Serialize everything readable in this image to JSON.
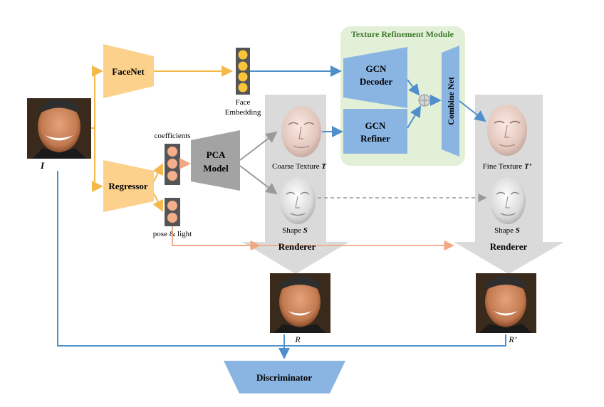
{
  "texture_module": {
    "title": "Texture Refinement Module"
  },
  "nodes": {
    "facenet": "FaceNet",
    "regressor": "Regressor",
    "pca": [
      "PCA",
      "Model"
    ],
    "gcn_decoder": [
      "GCN",
      "Decoder"
    ],
    "gcn_refiner": [
      "GCN",
      "Refiner"
    ],
    "combine_net": "Combine Net",
    "renderer_left": "Renderer",
    "renderer_right": "Renderer",
    "discriminator": "Discriminator"
  },
  "labels": {
    "face_embedding": [
      "Face",
      "Embedding"
    ],
    "coefficients": "coefficients",
    "pose_light": "pose & light",
    "input": "I",
    "coarse_texture": "Coarse Texture",
    "coarse_texture_sym": "T",
    "shape_left": "Shape",
    "shape_left_sym": "S",
    "fine_texture": "Fine Texture",
    "fine_texture_sym": "T’",
    "shape_right": "Shape",
    "shape_right_sym": "S",
    "render_r": "R",
    "render_r_prime": "R’"
  },
  "colors": {
    "orange_block": "#FCD18B",
    "orange_arrow": "#F5B84A",
    "blue_block": "#8AB4E2",
    "blue_arrow": "#4F8FCC",
    "salmon": "#F2A882",
    "gray_arrow": "#DADADA",
    "module_bg": "#E3F0D8",
    "pca_gray": "#A3A3A3"
  }
}
